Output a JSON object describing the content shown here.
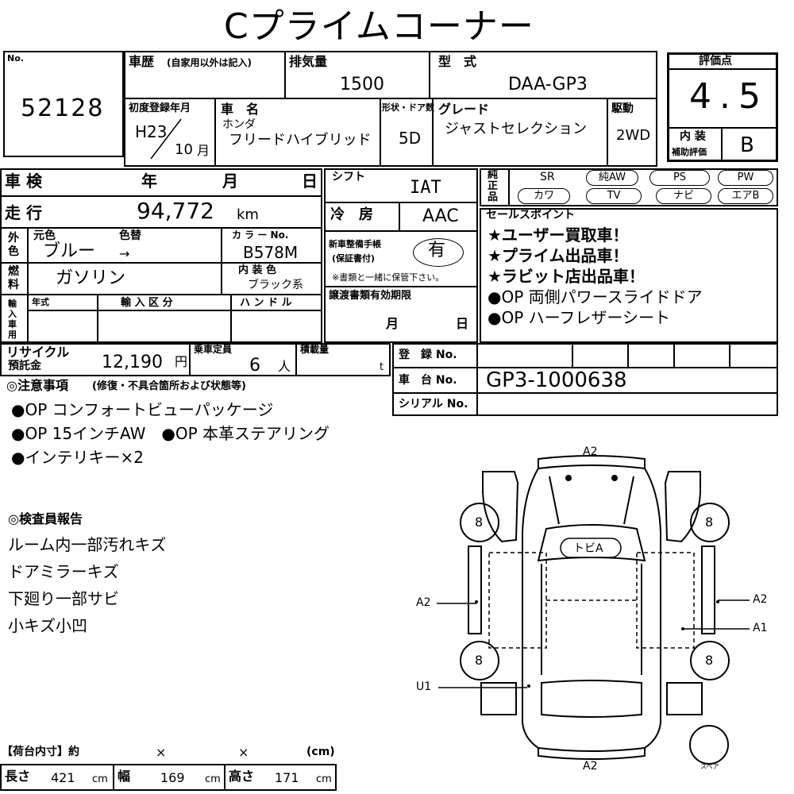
{
  "header": {
    "title": "Cプライムコーナー"
  },
  "lot": {
    "label": "No.",
    "number": "52128"
  },
  "history": {
    "label": "車歴",
    "note": "(自家用以外は記入)"
  },
  "displacement": {
    "label": "排気量",
    "value": "1500"
  },
  "model_code": {
    "label": "型　式",
    "value": "DAA-GP3"
  },
  "first_registration": {
    "label": "初度登録年月",
    "era_year": "H23",
    "month": "10",
    "month_unit": "月"
  },
  "car_name": {
    "label": "車　名",
    "maker": "ホンダ",
    "name": "フリードハイブリッド"
  },
  "body_doors": {
    "label": "形状・ドア数",
    "value": "5D"
  },
  "grade": {
    "label": "グレード",
    "value": "ジャストセレクション"
  },
  "drive": {
    "label": "駆動",
    "value": "2WD"
  },
  "score": {
    "label": "評価点",
    "value": "4.5",
    "interior_label": "内 装",
    "aux_label": "補助評価",
    "interior_value": "B"
  },
  "inspection": {
    "label": "車 検",
    "year": "年",
    "month": "月",
    "day": "日"
  },
  "mileage": {
    "label": "走 行",
    "value": "94,772",
    "unit": "km"
  },
  "exterior": {
    "side_label": "外色",
    "orig_label": "元色",
    "change_label": "色替",
    "orig_value": "ブルー",
    "change_value": "→"
  },
  "color_no": {
    "label": "カ ラ ー No.",
    "value": "B578M"
  },
  "fuel": {
    "label": "燃料",
    "value": "ガソリン"
  },
  "interior_color": {
    "label": "内 装 色",
    "value": "ブラック系"
  },
  "import": {
    "label": "輸入車用",
    "year_label": "年式",
    "class_label": "輸 入 区 分",
    "handle_label": "ハ ン ド ル"
  },
  "shift": {
    "label": "シフト",
    "value": "IAT"
  },
  "ac": {
    "label": "冷　房",
    "value": "AAC"
  },
  "manual": {
    "label": "新車整備手帳",
    "label2": "(保証書付)",
    "value": "有",
    "note": "※書類と一緒に保管下さい。"
  },
  "transfer": {
    "label": "譲渡書類有効期限",
    "month": "月",
    "day": "日"
  },
  "equipment": {
    "label": "純正品",
    "items": [
      "SR",
      "純AW",
      "PS",
      "PW",
      "カワ",
      "TV",
      "ナビ",
      "エアB"
    ]
  },
  "sales_points": {
    "label": "セールスポイント",
    "items": [
      "★ユーザー買取車！",
      "★プライム出品車！",
      "★ラビット店出品車！",
      "●OP 両側パワースライドドア",
      "●OP ハーフレザーシート"
    ]
  },
  "recycle": {
    "label": "リサイクル",
    "label2": "預託金",
    "value": "12,190",
    "unit": "円"
  },
  "capacity": {
    "label": "乗車定員",
    "value": "6",
    "unit": "人"
  },
  "load": {
    "label": "積載量",
    "unit": "t"
  },
  "registration_no": {
    "label": "登　録 No."
  },
  "chassis_no": {
    "label": "車　台 No.",
    "value": "GP3-1000638"
  },
  "serial_no": {
    "label": "シリアル No."
  },
  "notes": {
    "label": "◎注意事項",
    "note": "(修復・不具合箇所および状態等)",
    "items": [
      "●OP コンフォートビューパッケージ",
      "●OP 15インチAW　●OP 本革ステアリング",
      "●インテリキー×2"
    ]
  },
  "inspector": {
    "label": "◎検査員報告",
    "items": [
      "ルーム内一部汚れキズ",
      "ドアミラーキズ",
      "下廻り一部サビ",
      "小キズ小凹"
    ]
  },
  "diagram": {
    "tires": [
      "8",
      "8",
      "8",
      "8"
    ],
    "labels": {
      "top": "A2",
      "bottom": "A2",
      "left": "A2",
      "right_a2": "A2",
      "right_a1": "A1",
      "u1": "U1",
      "roof": "トビA"
    },
    "spare": "スペア"
  },
  "cargo": {
    "label": "【荷台内寸】約",
    "x1": "×",
    "x2": "×",
    "unit": "(cm)",
    "length_label": "長さ",
    "length": "421",
    "width_label": "幅",
    "width": "169",
    "height_label": "高さ",
    "height": "171",
    "cm": "cm"
  }
}
